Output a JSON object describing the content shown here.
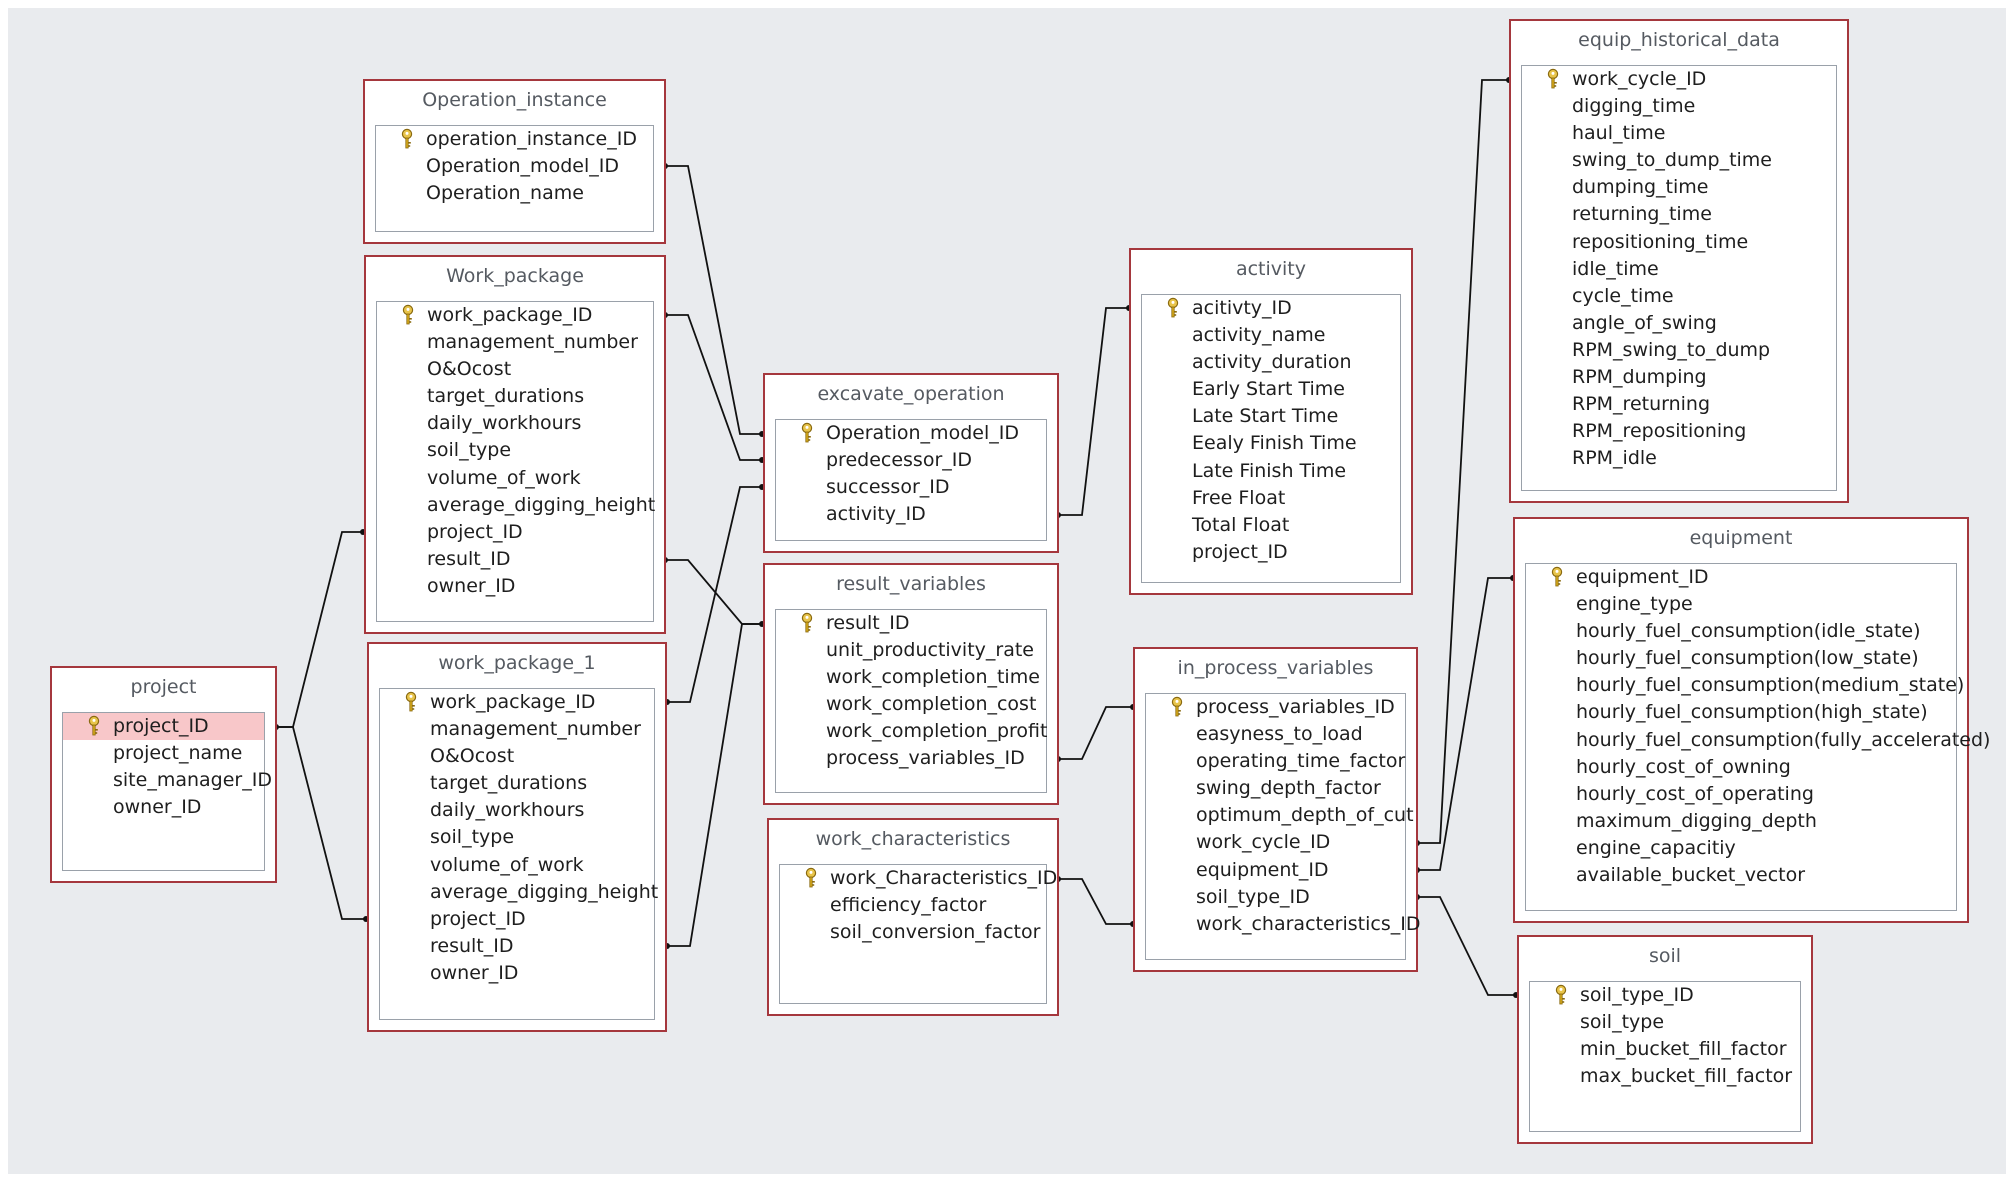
{
  "tables": {
    "project": {
      "title": "project",
      "fields": [
        "project_ID",
        "project_name",
        "site_manager_ID",
        "owner_ID"
      ]
    },
    "operation_instance": {
      "title": "Operation_instance",
      "fields": [
        "operation_instance_ID",
        "Operation_model_ID",
        "Operation_name"
      ]
    },
    "work_package": {
      "title": "Work_package",
      "fields": [
        "work_package_ID",
        "management_number",
        "O&Ocost",
        "target_durations",
        "daily_workhours",
        "soil_type",
        "volume_of_work",
        "average_digging_height",
        "project_ID",
        "result_ID",
        "owner_ID"
      ]
    },
    "work_package_1": {
      "title": "work_package_1",
      "fields": [
        "work_package_ID",
        "management_number",
        "O&Ocost",
        "target_durations",
        "daily_workhours",
        "soil_type",
        "volume_of_work",
        "average_digging_height",
        "project_ID",
        "result_ID",
        "owner_ID"
      ]
    },
    "excavate_operation": {
      "title": "excavate_operation",
      "fields": [
        "Operation_model_ID",
        "predecessor_ID",
        "successor_ID",
        "activity_ID"
      ]
    },
    "result_variables": {
      "title": "result_variables",
      "fields": [
        "result_ID",
        "unit_productivity_rate",
        "work_completion_time",
        "work_completion_cost",
        "work_completion_profit",
        "process_variables_ID"
      ]
    },
    "work_characteristics": {
      "title": "work_characteristics",
      "fields": [
        "work_Characteristics_ID",
        "efficiency_factor",
        "soil_conversion_factor"
      ]
    },
    "activity": {
      "title": "activity",
      "fields": [
        "acitivty_ID",
        "activity_name",
        "activity_duration",
        "Early Start Time",
        "Late Start Time",
        "Eealy Finish Time",
        "Late Finish Time",
        "Free Float",
        "Total Float",
        "project_ID"
      ]
    },
    "in_process_variables": {
      "title": "in_process_variables",
      "fields": [
        "process_variables_ID",
        "easyness_to_load",
        "operating_time_factor",
        "swing_depth_factor",
        "optimum_depth_of_cut",
        "work_cycle_ID",
        "equipment_ID",
        "soil_type_ID",
        "work_characteristics_ID"
      ]
    },
    "equip_historical_data": {
      "title": "equip_historical_data",
      "fields": [
        "work_cycle_ID",
        "digging_time",
        "haul_time",
        "swing_to_dump_time",
        "dumping_time",
        "returning_time",
        "repositioning_time",
        "idle_time",
        "cycle_time",
        "angle_of_swing",
        "RPM_swing_to_dump",
        "RPM_dumping",
        "RPM_returning",
        "RPM_repositioning",
        "RPM_idle"
      ]
    },
    "equipment": {
      "title": "equipment",
      "fields": [
        "equipment_ID",
        "engine_type",
        "hourly_fuel_consumption(idle_state)",
        "hourly_fuel_consumption(low_state)",
        "hourly_fuel_consumption(medium_state)",
        "hourly_fuel_consumption(high_state)",
        "hourly_fuel_consumption(fully_accelerated)",
        "hourly_cost_of_owning",
        "hourly_cost_of_operating",
        "maximum_digging_depth",
        "engine_capacitiy",
        "available_bucket_vector"
      ]
    },
    "soil": {
      "title": "soil",
      "fields": [
        "soil_type_ID",
        "soil_type",
        "min_bucket_fill_factor",
        "max_bucket_fill_factor"
      ]
    }
  },
  "colors": {
    "table_border": "#a5373d",
    "canvas": "#e9ebee",
    "selected_row": "#f8c7c9",
    "key_icon": "#d6a81a"
  }
}
